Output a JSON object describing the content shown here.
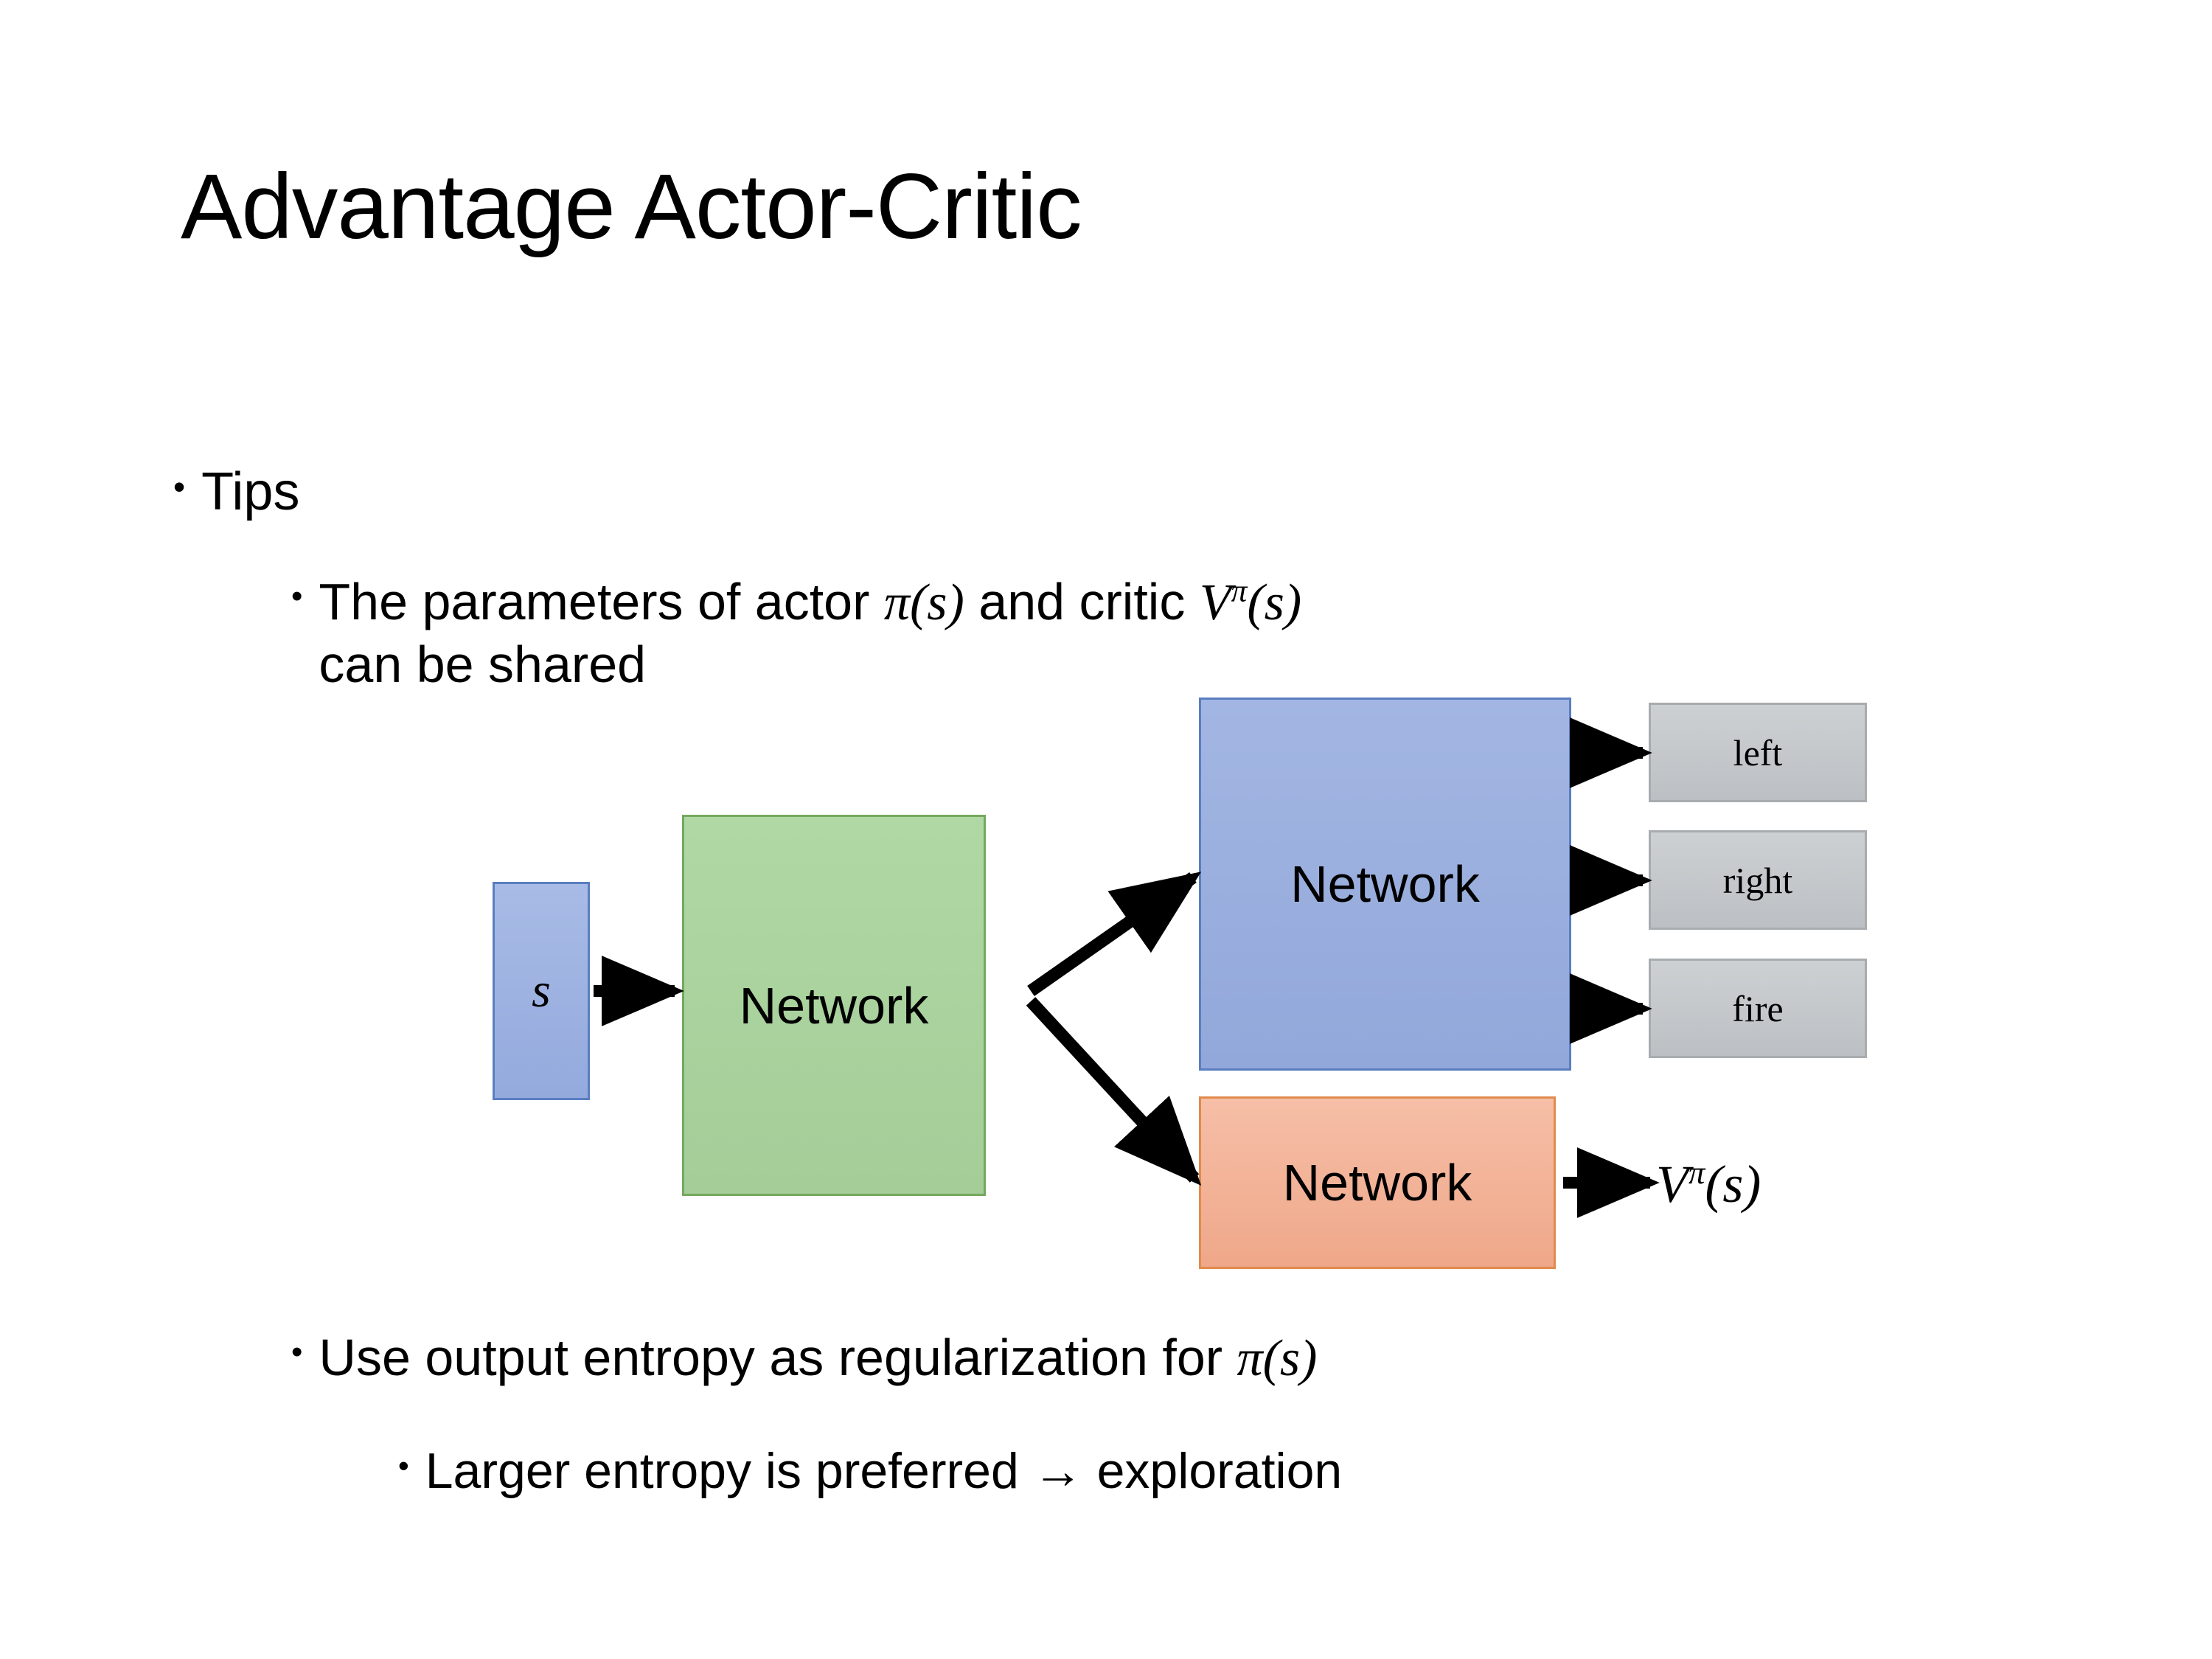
{
  "slide": {
    "title": "Advantage Actor-Critic",
    "background_color": "#ffffff"
  },
  "bullets": {
    "tips": {
      "marker": "•",
      "text": "Tips"
    },
    "shared": {
      "marker": "•",
      "line1_prefix": "The parameters of actor ",
      "pi_symbol": "π",
      "pi_arg": "(s)",
      "line1_mid": "  and critic ",
      "v_symbol": "V",
      "v_sup": "π",
      "v_arg": "(s)",
      "line2": "can be shared"
    },
    "entropy": {
      "marker": "•",
      "text_prefix": "Use output entropy as regularization for ",
      "pi_symbol": "π",
      "pi_arg": "(s)"
    },
    "exploration": {
      "marker": "•",
      "text": "Larger entropy is preferred → exploration"
    }
  },
  "diagram": {
    "input_box": {
      "label": "s",
      "color": "#9db0de",
      "border_color": "#5a7ec0"
    },
    "shared_network": {
      "label": "Network",
      "color": "#abd4a0",
      "border_color": "#74a85f"
    },
    "actor_network": {
      "label": "Network",
      "color": "#9db0de",
      "border_color": "#5a7ec0"
    },
    "critic_network": {
      "label": "Network",
      "color": "#f2b296",
      "border_color": "#e08b4e"
    },
    "actions": [
      {
        "label": "left",
        "color": "#c4c8cb"
      },
      {
        "label": "right",
        "color": "#c4c8cb"
      },
      {
        "label": "fire",
        "color": "#c4c8cb"
      }
    ],
    "value_output": {
      "symbol": "V",
      "superscript": "π",
      "argument": "(s)"
    },
    "arrow_color": "#000000"
  }
}
